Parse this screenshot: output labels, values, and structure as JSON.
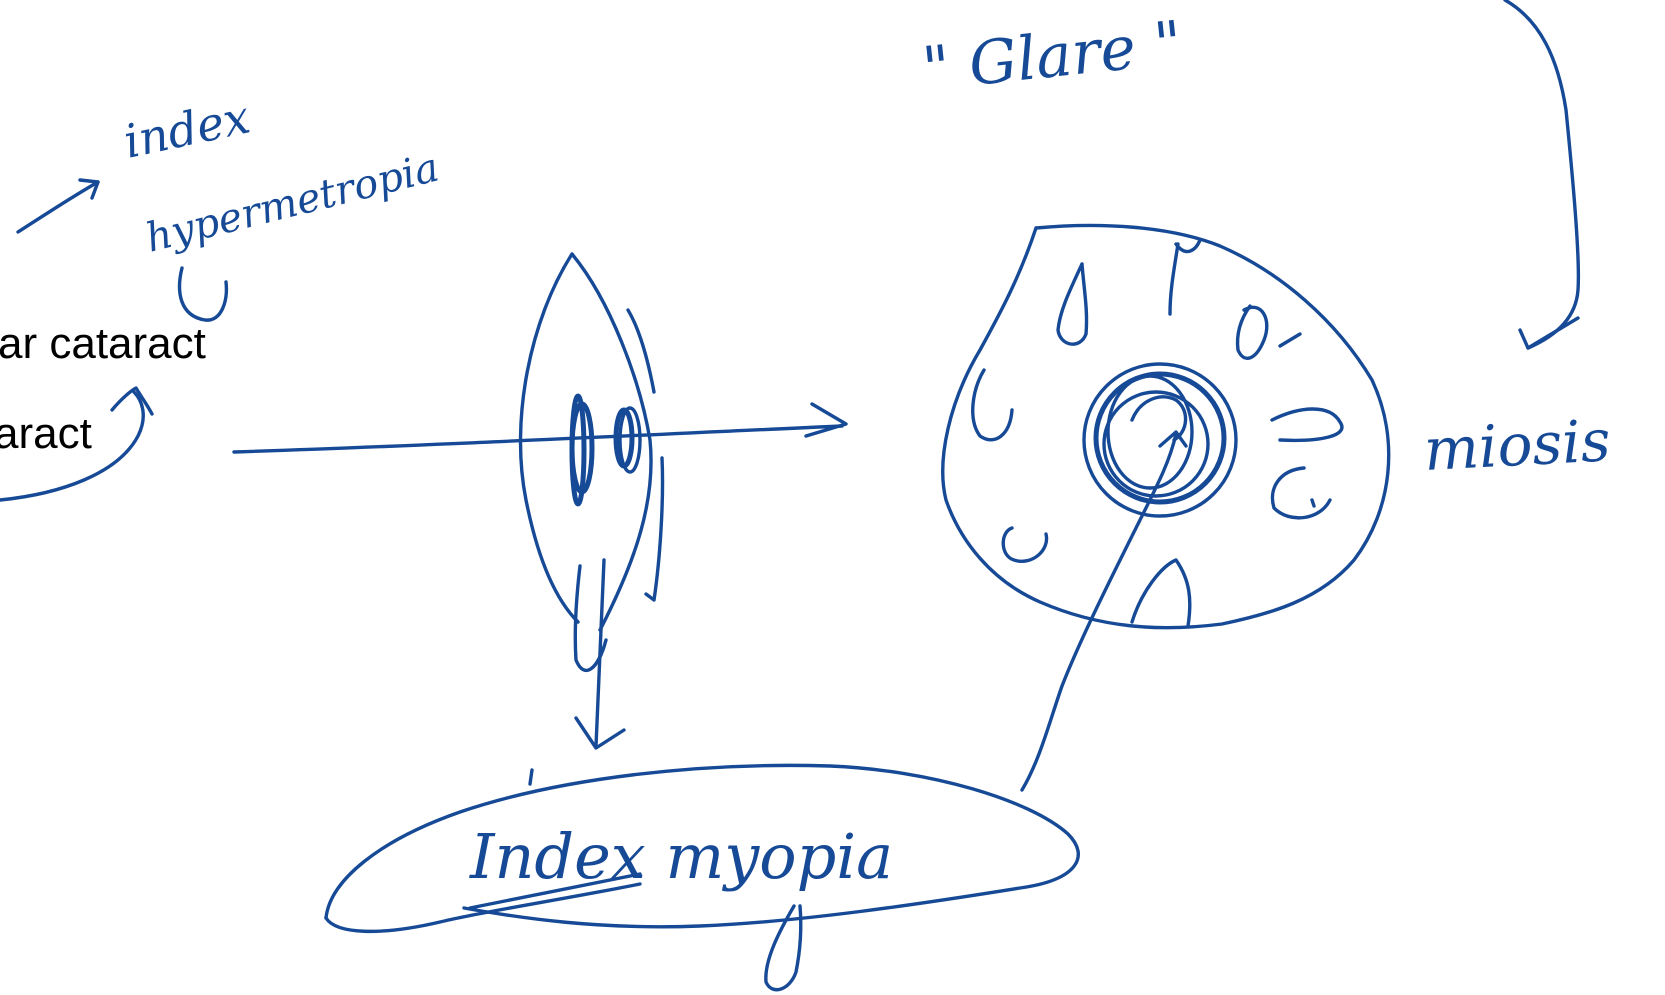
{
  "slide_text": {
    "line1": "ar cataract",
    "line2": "aract"
  },
  "annotations": {
    "glare": "\" Glare \"",
    "index_hypermetropia_1": "index",
    "index_hypermetropia_2": "hypermetropia",
    "miosis": "miosis",
    "index_myopia": "Index myopia"
  },
  "colors": {
    "ink": "#174a96",
    "text": "#000000",
    "background": "#ffffff"
  }
}
